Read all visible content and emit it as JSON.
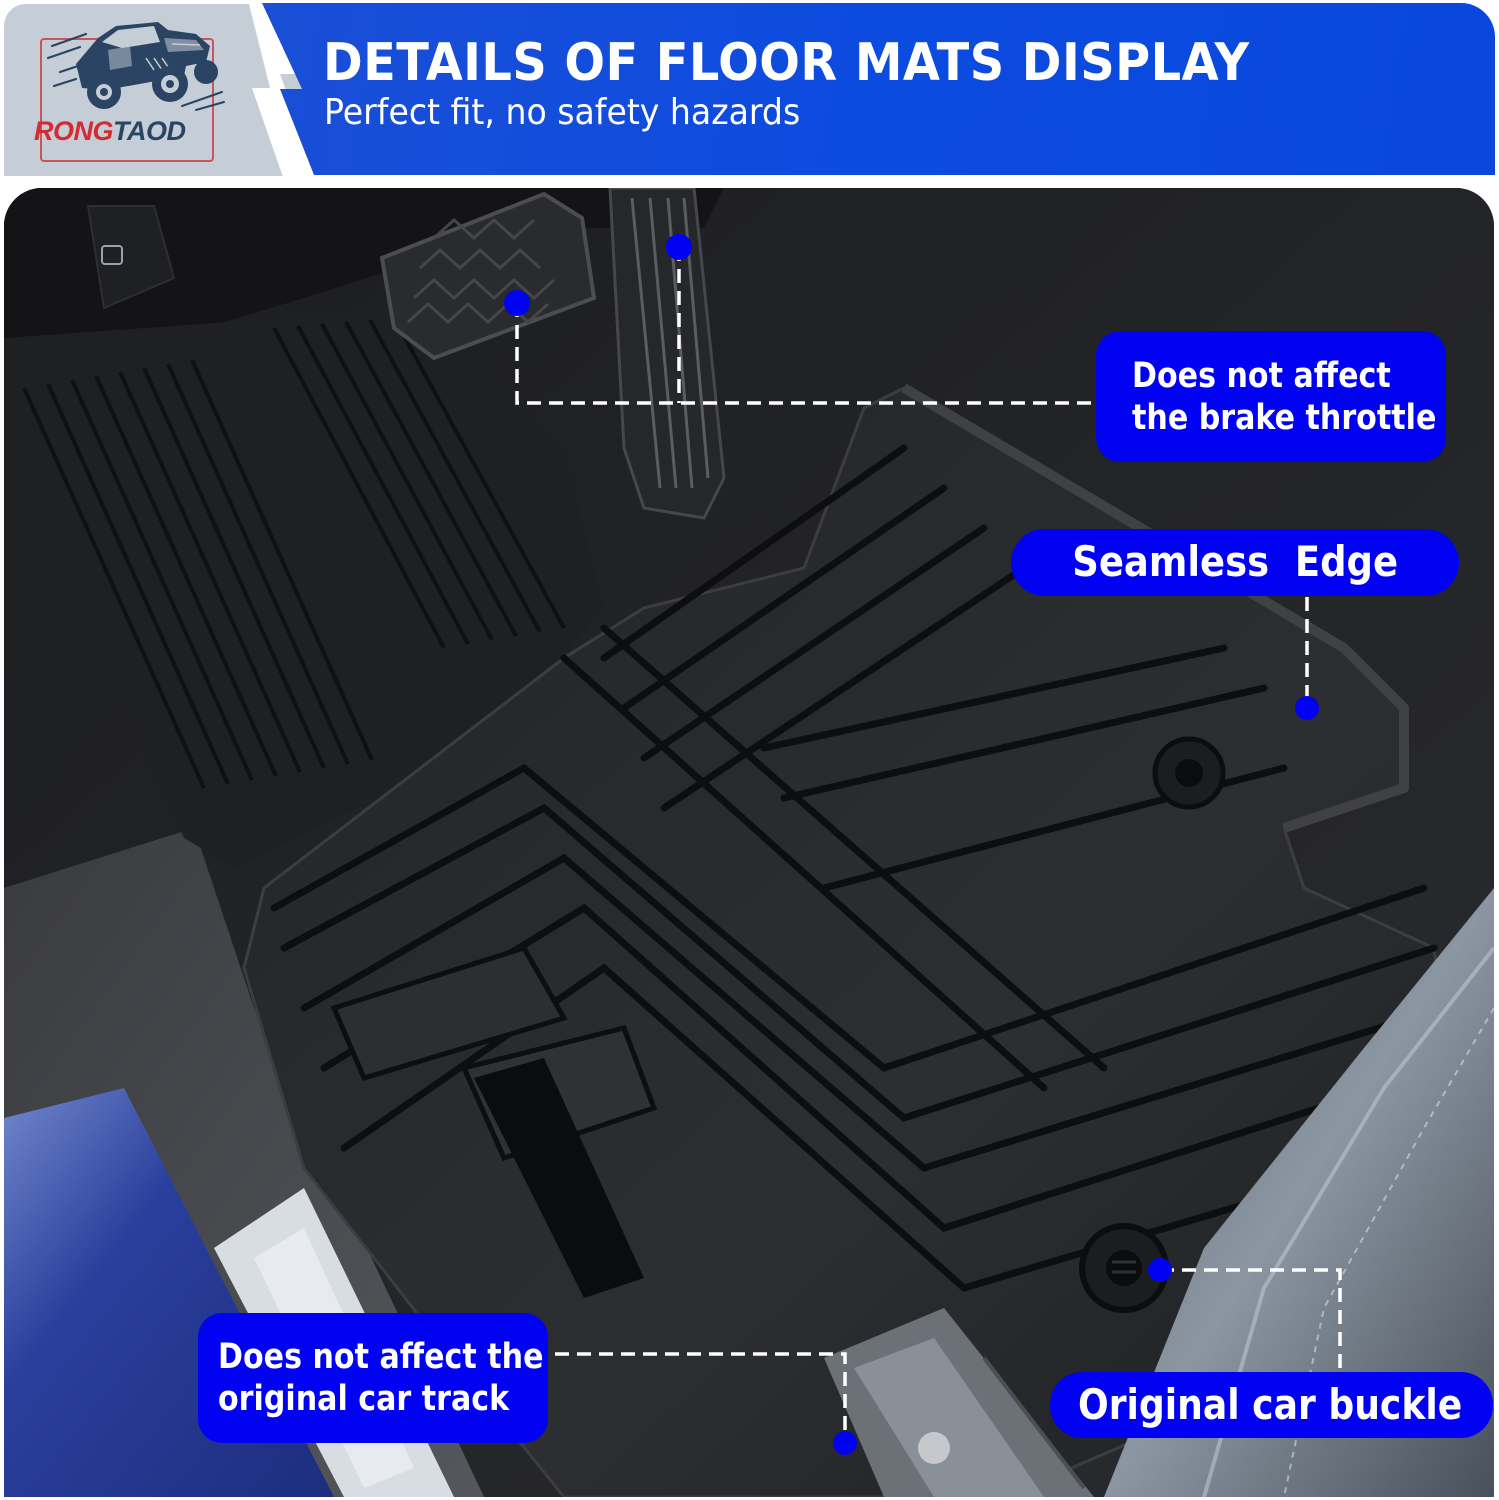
{
  "brand": {
    "name_part_1": "RONG",
    "name_part_2": "TAOD",
    "logo_icon": "jeep-offroad-vehicle-icon",
    "colors": {
      "red": "#d42b33",
      "navy": "#2b4463",
      "panel": "#c5ced6"
    }
  },
  "header": {
    "title": "DETAILS OF FLOOR MATS DISPLAY",
    "subtitle": "Perfect fit, no safety hazards",
    "background_color": "#0c4be0"
  },
  "photo": {
    "subject": "black floor mat installed in driver footwell",
    "visible_elements": [
      "brake pedal",
      "accelerator pedal",
      "fuel door release button",
      "floor mat ridges",
      "mat retention clips",
      "seat rail",
      "door sill",
      "blue car body",
      "leather seat"
    ]
  },
  "callouts": [
    {
      "id": "brake-throttle",
      "lines": [
        "Does not affect",
        "the brake throttle"
      ],
      "points": [
        "brake pedal",
        "accelerator pedal"
      ]
    },
    {
      "id": "seamless-edge",
      "lines": [
        "Seamless  Edge"
      ],
      "points": [
        "mat raised edge"
      ]
    },
    {
      "id": "car-buckle",
      "lines": [
        "Original car buckle"
      ],
      "points": [
        "mat retention clip"
      ]
    },
    {
      "id": "car-track",
      "lines": [
        "Does not affect the",
        "original car track"
      ],
      "points": [
        "seat rail"
      ]
    }
  ],
  "accent": {
    "callout_blue": "#0202f2",
    "leader_line": "#ffffff"
  }
}
